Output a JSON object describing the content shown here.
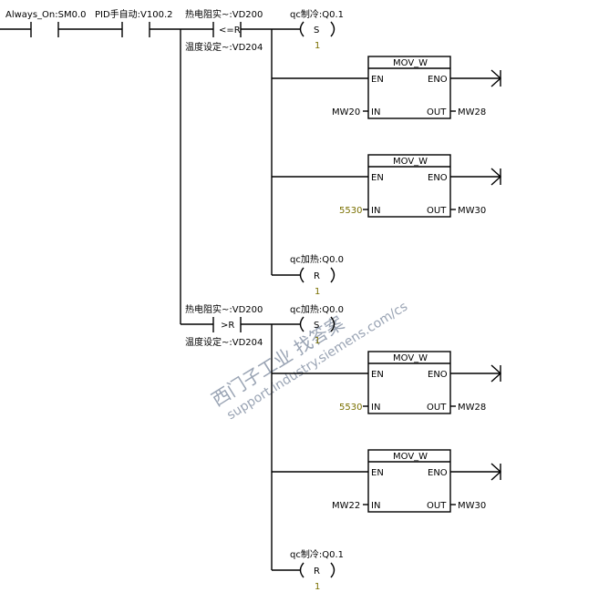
{
  "contacts": {
    "always_on": "Always_On:SM0.0",
    "pid_manual_auto": "PID手自动:V100.2",
    "thermo_1": "热电阻实~:VD200",
    "op_le": "<=R",
    "setpoint_1": "温度设定~:VD204",
    "thermo_2": "热电阻实~:VD200",
    "op_gt": ">R",
    "setpoint_2": "温度设定~:VD204"
  },
  "coils": [
    {
      "label": "qc制冷:Q0.1",
      "op": "S",
      "count": "1"
    },
    {
      "label": "qc加热:Q0.0",
      "op": "R",
      "count": "1"
    },
    {
      "label": "qc加热:Q0.0",
      "op": "S",
      "count": "1"
    },
    {
      "label": "qc制冷:Q0.1",
      "op": "R",
      "count": "1"
    }
  ],
  "blocks": [
    {
      "title": "MOV_W",
      "en": "EN",
      "eno": "ENO",
      "in_pin": "IN",
      "out_pin": "OUT",
      "in_value": "MW20",
      "out_value": "MW28"
    },
    {
      "title": "MOV_W",
      "en": "EN",
      "eno": "ENO",
      "in_pin": "IN",
      "out_pin": "OUT",
      "in_value": "5530",
      "out_value": "MW30"
    },
    {
      "title": "MOV_W",
      "en": "EN",
      "eno": "ENO",
      "in_pin": "IN",
      "out_pin": "OUT",
      "in_value": "5530",
      "out_value": "MW28"
    },
    {
      "title": "MOV_W",
      "en": "EN",
      "eno": "ENO",
      "in_pin": "IN",
      "out_pin": "OUT",
      "in_value": "MW22",
      "out_value": "MW30"
    }
  ],
  "watermark": {
    "cn": "西门子工业 找答案",
    "en": "support.industry.siemens.com/cs"
  }
}
